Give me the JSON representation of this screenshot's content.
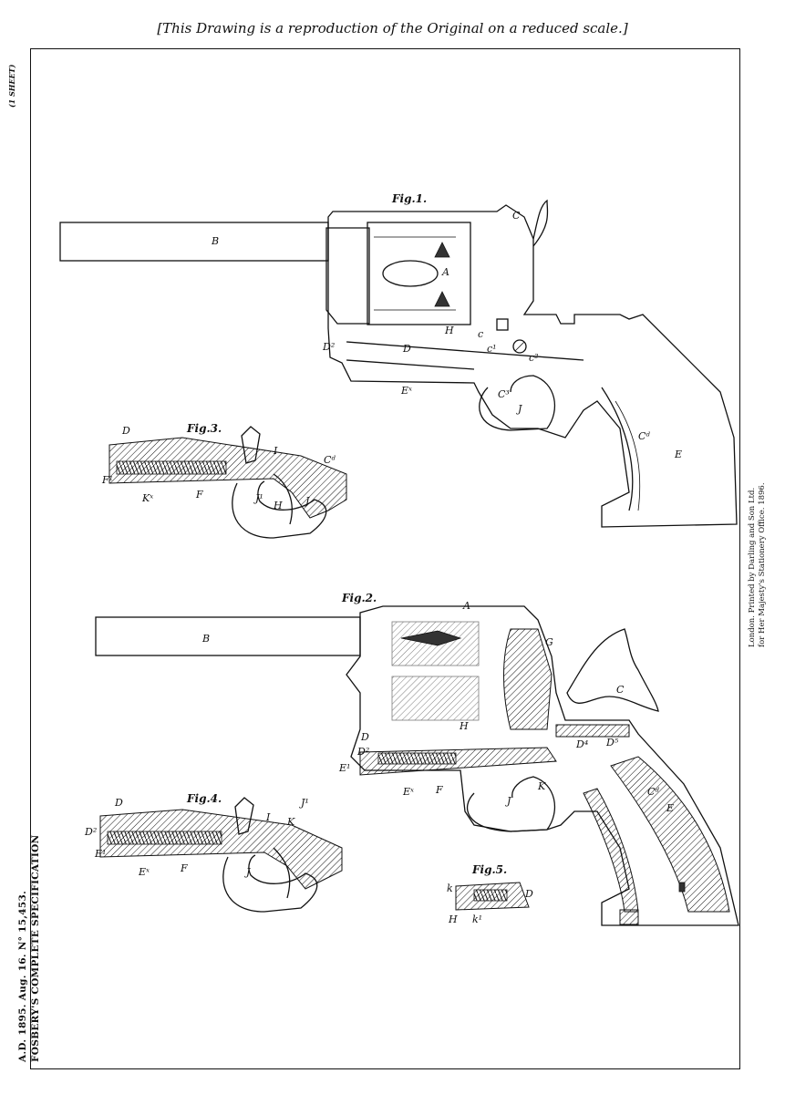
{
  "header_note": "[This Drawing is a reproduction of the Original on a reduced scale.]",
  "sheet_note": "(1 SHEET)",
  "spec_title": {
    "line1": "A.D. 1895. Aug. 16. N° 15,453.",
    "line2": "FOSBERY'S COMPLETE SPECIFICATION"
  },
  "printer_note": {
    "line1": "London. Printed by Darling and Son Ltd.",
    "line2": "for Her Majesty's Stationery Office. 1896."
  },
  "figures": {
    "fig1": {
      "title": "Fig.1.",
      "labels": {
        "b": "B",
        "c": "C",
        "a": "A",
        "h": "H",
        "d2": "D²",
        "d": "D",
        "c_small": "c",
        "c1": "c¹",
        "c2": "c²",
        "ex": "Eˣ",
        "c3": "C³",
        "j": "J",
        "cd": "Cᵈ",
        "e": "E"
      }
    },
    "fig2": {
      "title": "Fig.2.",
      "labels": {
        "a": "A",
        "b": "B",
        "g": "G",
        "c": "C",
        "d": "D",
        "d2": "D²",
        "e1": "E¹",
        "ex": "Eˣ",
        "f": "F",
        "h": "H",
        "j": "J",
        "k": "K",
        "cd": "Cᵈ",
        "e": "E",
        "d4": "D⁴",
        "d5": "D⁵"
      }
    },
    "fig3": {
      "title": "Fig.3.",
      "labels": {
        "d": "D",
        "f1": "F¹",
        "kx": "Kˣ",
        "f": "F",
        "i": "I",
        "cd": "Cᵈ",
        "j1": "J¹",
        "h": "H",
        "j": "J"
      }
    },
    "fig4": {
      "title": "Fig.4.",
      "labels": {
        "d": "D",
        "d2": "D²",
        "e1": "E¹",
        "ex": "Eˣ",
        "f": "F",
        "i": "I",
        "j1": "J¹",
        "k": "K",
        "j": "J"
      }
    },
    "fig5": {
      "title": "Fig.5.",
      "labels": {
        "k": "k",
        "d": "D",
        "h": "H",
        "k1": "k¹"
      }
    }
  }
}
